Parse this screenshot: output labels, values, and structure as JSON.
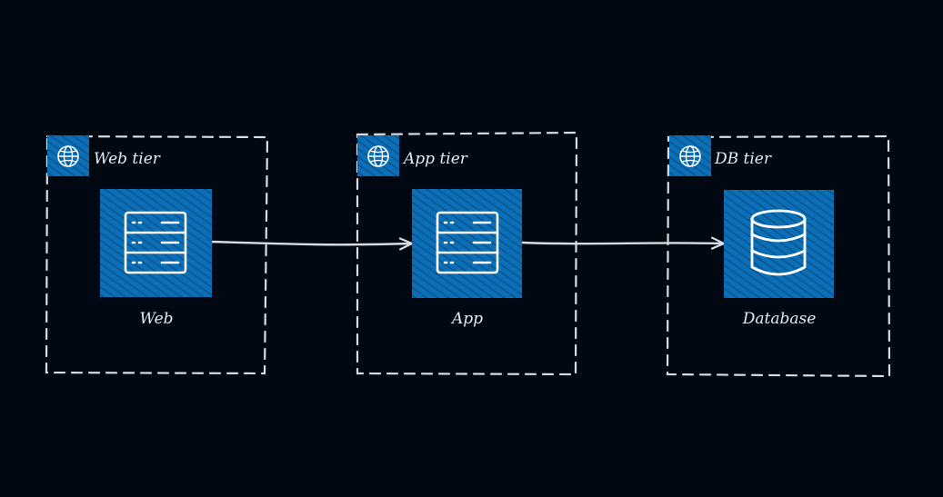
{
  "colors": {
    "background": "#020812",
    "node_fill": "#0b6fb8",
    "hatch": "#0a4f86",
    "stroke": "#d9dde3",
    "text": "#e6ebf2"
  },
  "tiers": [
    {
      "label": "Web tier",
      "icon": "globe-icon"
    },
    {
      "label": "App tier",
      "icon": "globe-icon"
    },
    {
      "label": "DB tier",
      "icon": "globe-icon"
    }
  ],
  "nodes": [
    {
      "label": "Web",
      "icon": "server-icon"
    },
    {
      "label": "App",
      "icon": "server-icon"
    },
    {
      "label": "Database",
      "icon": "database-icon"
    }
  ],
  "connections": [
    {
      "from": "Web",
      "to": "App"
    },
    {
      "from": "App",
      "to": "Database"
    }
  ]
}
